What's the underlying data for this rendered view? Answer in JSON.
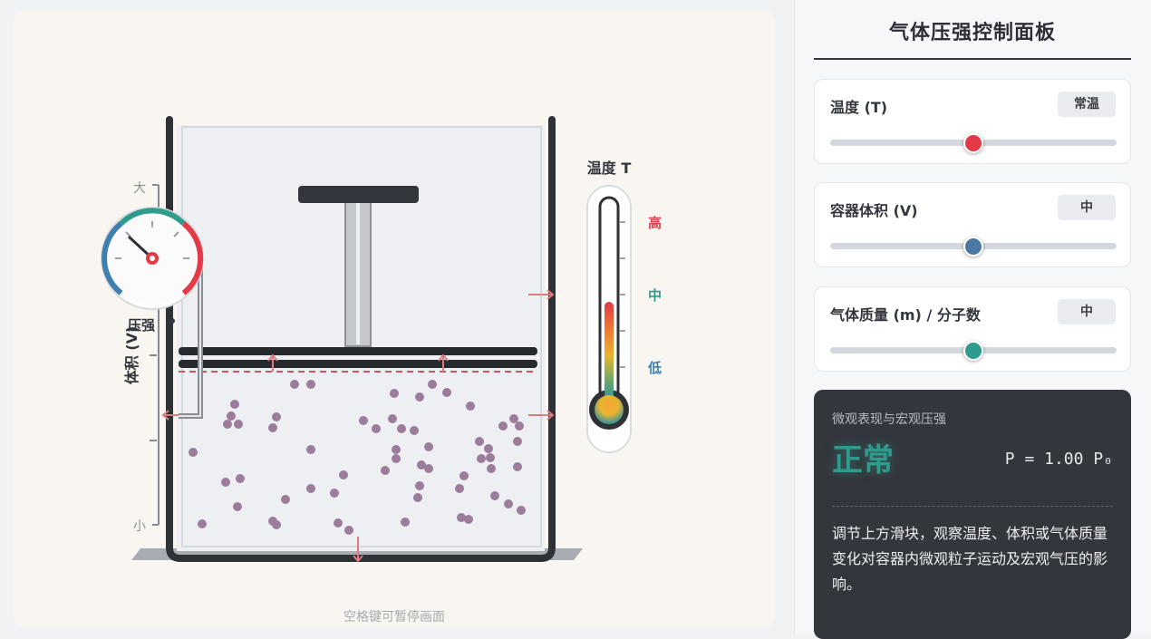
{
  "stage": {
    "volume_axis_label": "体积 (V)",
    "volume_axis_high": "大",
    "volume_axis_low": "小",
    "gauge_label": "压强",
    "thermometer": {
      "title": "温度 T",
      "levels": [
        "高",
        "中",
        "低"
      ],
      "level_colors": [
        "#e34050",
        "#2f9b8c",
        "#3f7fb0"
      ],
      "fill_fraction": 0.5
    },
    "hint": "空格键可暂停画面"
  },
  "panel": {
    "title": "气体压强控制面板",
    "controls": [
      {
        "label": "温度 (T)",
        "value": "常温",
        "position": 0.5,
        "color": "#e23a47"
      },
      {
        "label": "容器体积 (V)",
        "value": "中",
        "position": 0.5,
        "color": "#4a79a5"
      },
      {
        "label": "气体质量 (m) / 分子数",
        "value": "中",
        "position": 0.5,
        "color": "#2f9b8c"
      }
    ],
    "readout": {
      "label": "微观表现与宏观压强",
      "state": "正常",
      "pressure": "P = 1.00 P₀",
      "description": "调节上方滑块，观察温度、体积或气体质量变化对容器内微观粒子运动及宏观气压的影响。"
    }
  },
  "colors": {
    "accent": "#2f9b8c",
    "particle": "#9b7d9b",
    "arrow": "#e07a80",
    "container": "#2e3136"
  }
}
